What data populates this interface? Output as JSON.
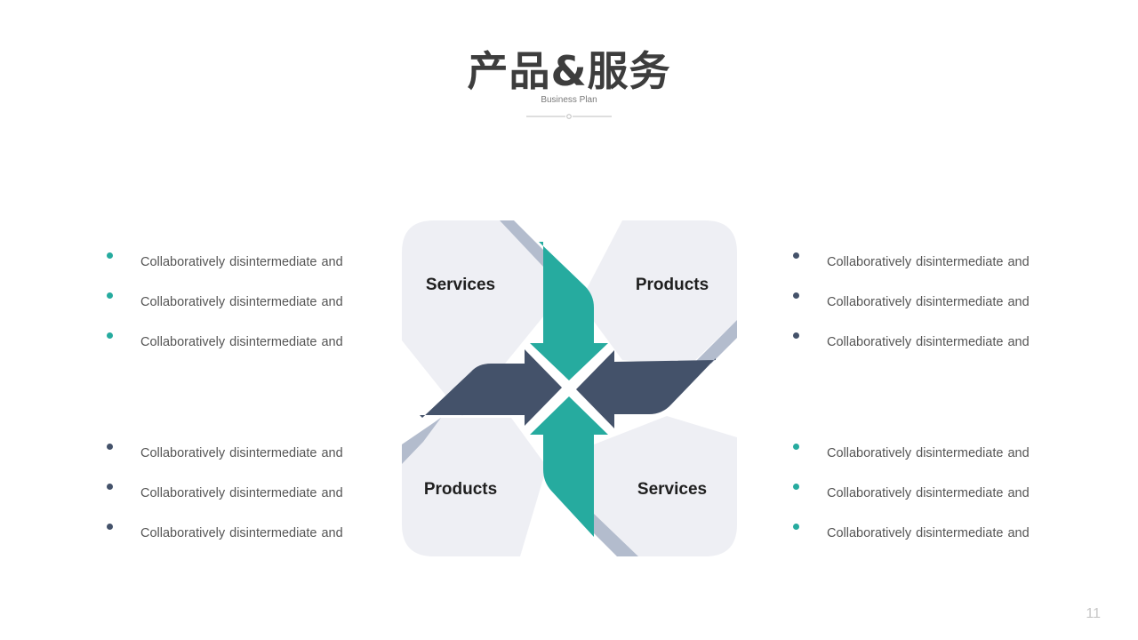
{
  "header": {
    "title": "产品&服务",
    "subtitle": "Business Plan"
  },
  "diagram": {
    "top_left_label": "Services",
    "top_right_label": "Products",
    "bottom_left_label": "Products",
    "bottom_right_label": "Services"
  },
  "lists": {
    "top_left": {
      "bullet_color": "teal",
      "items": [
        "Collaboratively disintermediate and",
        "Collaboratively disintermediate and",
        "Collaboratively disintermediate and"
      ]
    },
    "bottom_left": {
      "bullet_color": "navy",
      "items": [
        "Collaboratively disintermediate and",
        "Collaboratively disintermediate and",
        "Collaboratively disintermediate and"
      ]
    },
    "top_right": {
      "bullet_color": "navy",
      "items": [
        "Collaboratively disintermediate and",
        "Collaboratively disintermediate and",
        "Collaboratively disintermediate and"
      ]
    },
    "bottom_right": {
      "bullet_color": "teal",
      "items": [
        "Collaboratively disintermediate and",
        "Collaboratively disintermediate and",
        "Collaboratively disintermediate and"
      ]
    }
  },
  "colors": {
    "teal": "#26ab9f",
    "navy": "#44526a",
    "panel": "#eeeff4",
    "fold": "#b3bccd"
  },
  "footer": {
    "page_number": "11"
  }
}
